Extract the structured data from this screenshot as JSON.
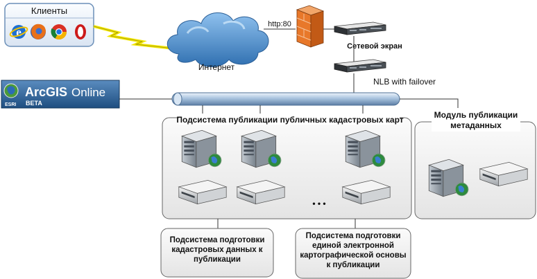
{
  "clients": {
    "title": "Клиенты",
    "browsers": [
      {
        "icon": "internet-explorer-icon",
        "color": "#1e6fd0"
      },
      {
        "icon": "firefox-icon",
        "color": "#e8701a"
      },
      {
        "icon": "chrome-icon",
        "color": "#d93025"
      },
      {
        "icon": "opera-icon",
        "color": "#cc1a1a"
      }
    ]
  },
  "internet": {
    "label": "Интернет"
  },
  "protocol": {
    "label": "http:80"
  },
  "firewall": {
    "label": "Сетевой экран"
  },
  "nlb": {
    "label": "NLB with failover"
  },
  "arcgis": {
    "brand": "ArcGIS",
    "product": "Online",
    "badge": "BETA",
    "esri": "ESRI"
  },
  "public_maps": {
    "title": "Подсистема публикации публичных кадастровых карт",
    "ellipsis": "• • •"
  },
  "metadata": {
    "title_line1": "Модуль публикации",
    "title_line2": "метаданных"
  },
  "cadastral_prep": {
    "lines": [
      "Подсистема подготовки",
      "кадастровых данных к",
      "публикации"
    ]
  },
  "carto_prep": {
    "lines": [
      "Подсистема подготовки",
      "единой электронной",
      "картографической основы",
      "к публикации"
    ]
  },
  "colors": {
    "bus": "#a9c3de",
    "firewall": "#e8782a",
    "lightning": "#f2e600",
    "cloud": "#2f6fb0",
    "panel_border": "#666666"
  }
}
